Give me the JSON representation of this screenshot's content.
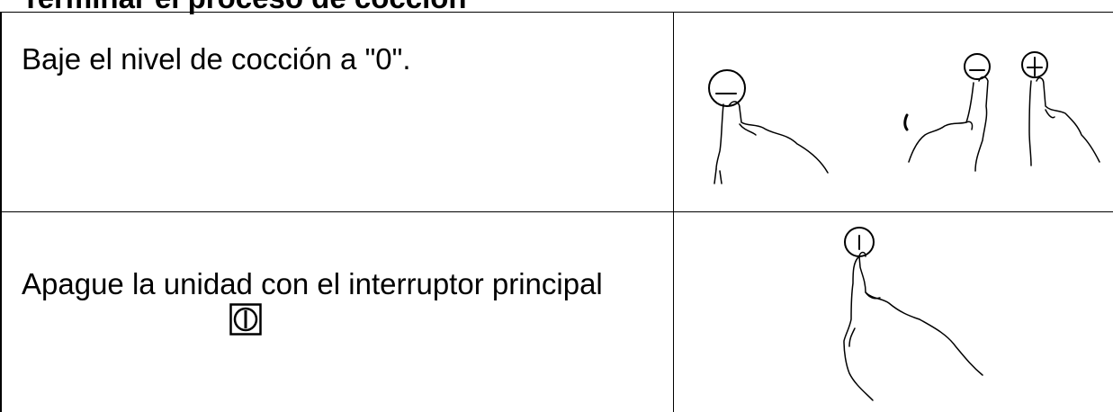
{
  "page": {
    "heading": "Terminar el proceso de cocción"
  },
  "table": {
    "rows": [
      {
        "instruction": "Baje el nivel de cocción a \"0\".",
        "illustration": "finger-pressing-minus-and-plus-buttons",
        "button_symbols": [
          "−",
          "−",
          "+"
        ]
      },
      {
        "instruction": "Apague la unidad con el interruptor principal",
        "inline_symbol": "power-switch-icon",
        "illustration": "finger-pressing-power-button",
        "button_symbols": [
          "I"
        ]
      }
    ]
  },
  "colors": {
    "text": "#000000",
    "lines": "#000000",
    "background": "#ffffff"
  }
}
